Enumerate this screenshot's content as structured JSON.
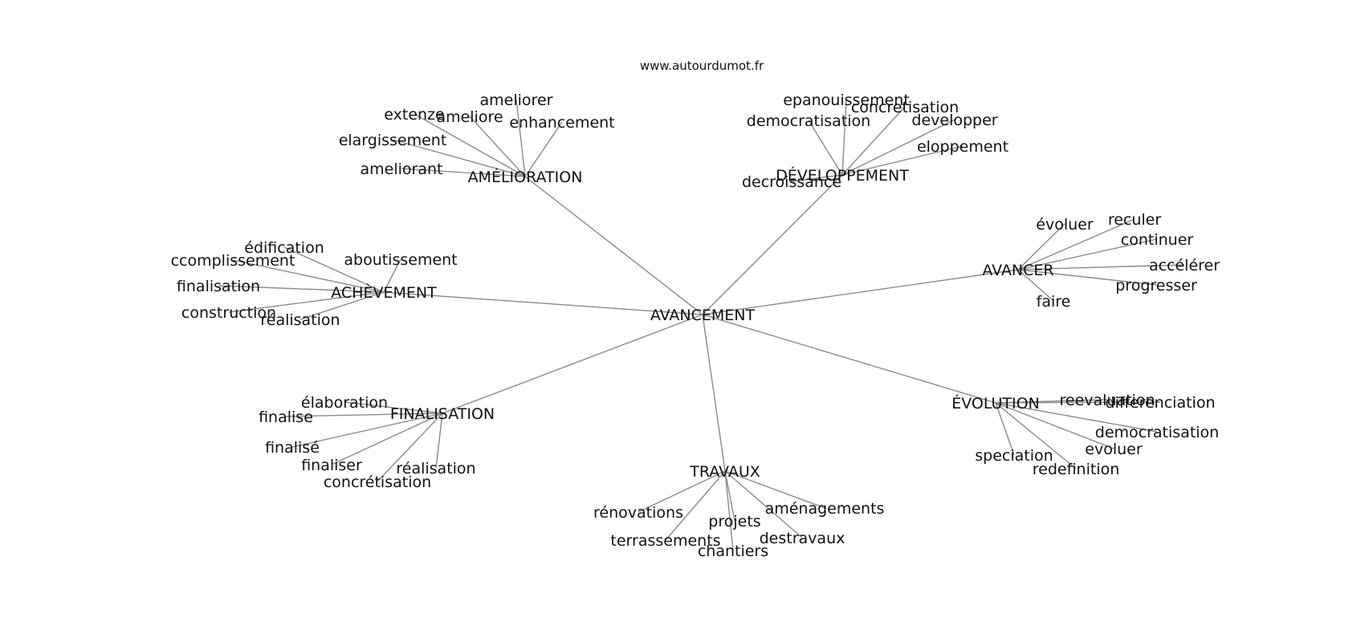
{
  "site": "www.autourdumot.fr",
  "center": "AVANCEMENT",
  "clusters": [
    {
      "label": "AMÉLIORATION",
      "words": [
        "ameliorer",
        "extenze",
        "ameliore",
        "enhancement",
        "elargissement",
        "ameliorant"
      ]
    },
    {
      "label": "DÉVELOPPEMENT",
      "words": [
        "epanouissement",
        "concretisation",
        "democratisation",
        "developper",
        "eloppement",
        "decroissance"
      ]
    },
    {
      "label": "AVANCER",
      "words": [
        "évoluer",
        "reculer",
        "continuer",
        "accélérer",
        "progresser",
        "faire"
      ]
    },
    {
      "label": "ACHÈVEMENT",
      "words": [
        "édification",
        "ccomplissement",
        "aboutissement",
        "finalisation",
        "construction",
        "réalisation"
      ]
    },
    {
      "label": "FINALISATION",
      "words": [
        "élaboration",
        "finalise",
        "finalisé",
        "finaliser",
        "réalisation",
        "concrétisation"
      ]
    },
    {
      "label": "TRAVAUX",
      "words": [
        "rénovations",
        "aménagements",
        "projets",
        "terrassements",
        "destravaux",
        "chantiers"
      ]
    },
    {
      "label": "ÉVOLUTION",
      "words": [
        "reevaluation",
        "differenciation",
        "democratisation",
        "evoluer",
        "speciation",
        "redefinition"
      ]
    }
  ]
}
